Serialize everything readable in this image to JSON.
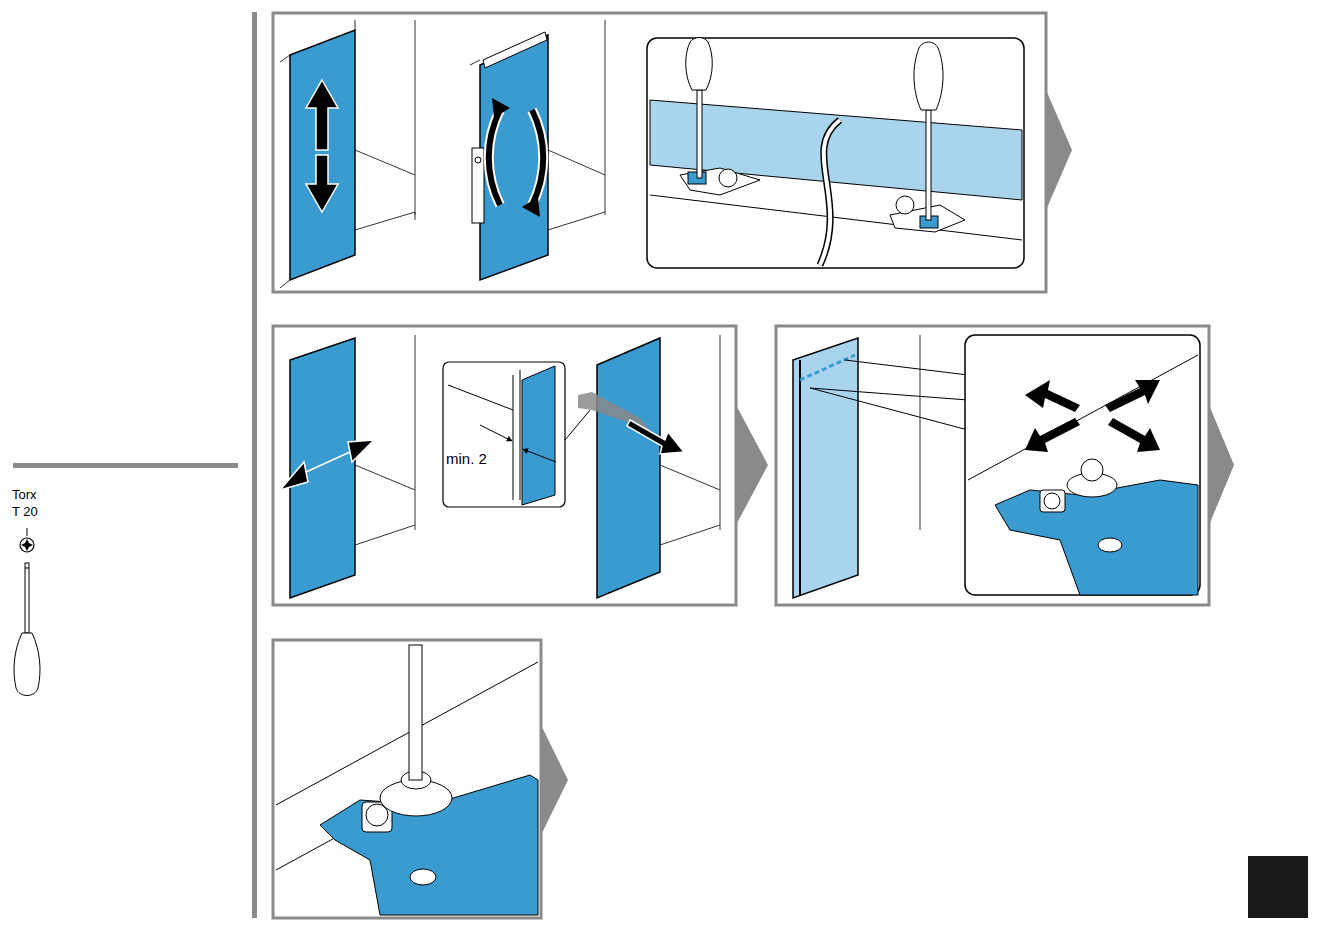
{
  "diagram": {
    "labels": [
      "Torx",
      "T 20",
      "min. 2"
    ]
  }
}
